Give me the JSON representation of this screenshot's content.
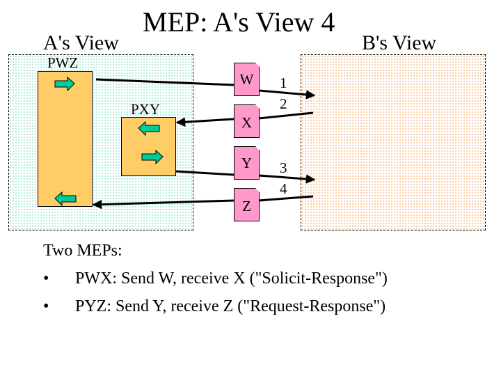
{
  "title": "MEP: A's View 4",
  "a_view": {
    "label": "A's View",
    "fill_color": "#9fe8d8",
    "ports": [
      {
        "name": "PWZ",
        "color": "#ffcc66"
      },
      {
        "name": "PXY",
        "color": "#ffcc66"
      }
    ]
  },
  "b_view": {
    "label": "B's View",
    "fill_color": "#fbc08a"
  },
  "messages": [
    {
      "label": "W",
      "sequence": "1",
      "direction": "A-to-B"
    },
    {
      "label": "X",
      "sequence": "2",
      "direction": "B-to-A"
    },
    {
      "label": "Y",
      "sequence": "3",
      "direction": "A-to-B"
    },
    {
      "label": "Z",
      "sequence": "4",
      "direction": "B-to-A"
    }
  ],
  "message_color": "#ff99cc",
  "arrow_icon_color": "#00cc99",
  "caption": {
    "heading": "Two MEPs:",
    "bullet_glyph": "•",
    "items": [
      "PWX: Send W, receive X (\"Solicit-Response\")",
      "PYZ: Send Y, receive Z (\"Request-Response\")"
    ]
  }
}
